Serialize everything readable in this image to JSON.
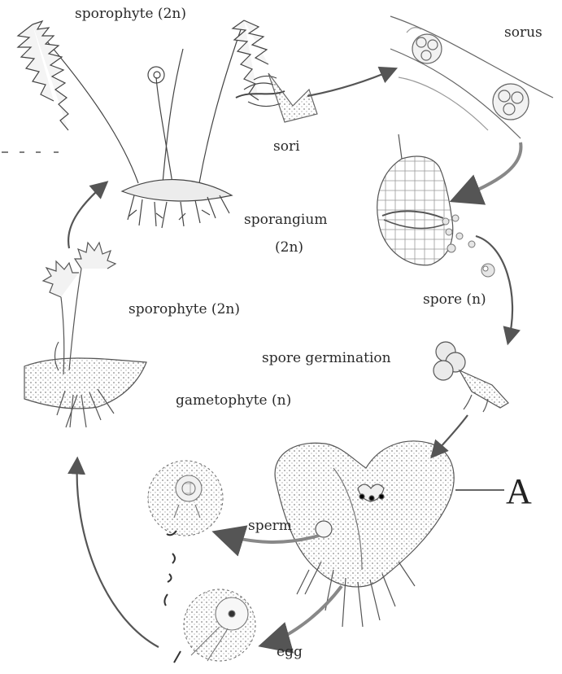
{
  "diagram": {
    "labels": {
      "sporophyte_top": "sporophyte (2n)",
      "sorus": "sorus",
      "sori": "sori",
      "sporangium": "sporangium",
      "sporangium_ploidy": "(2n)",
      "sporophyte_mid": "sporophyte (2n)",
      "spore": "spore (n)",
      "spore_germination": "spore germination",
      "gametophyte": "gametophyte (n)",
      "sperm": "sperm",
      "egg": "egg",
      "marker_a": "A"
    }
  }
}
